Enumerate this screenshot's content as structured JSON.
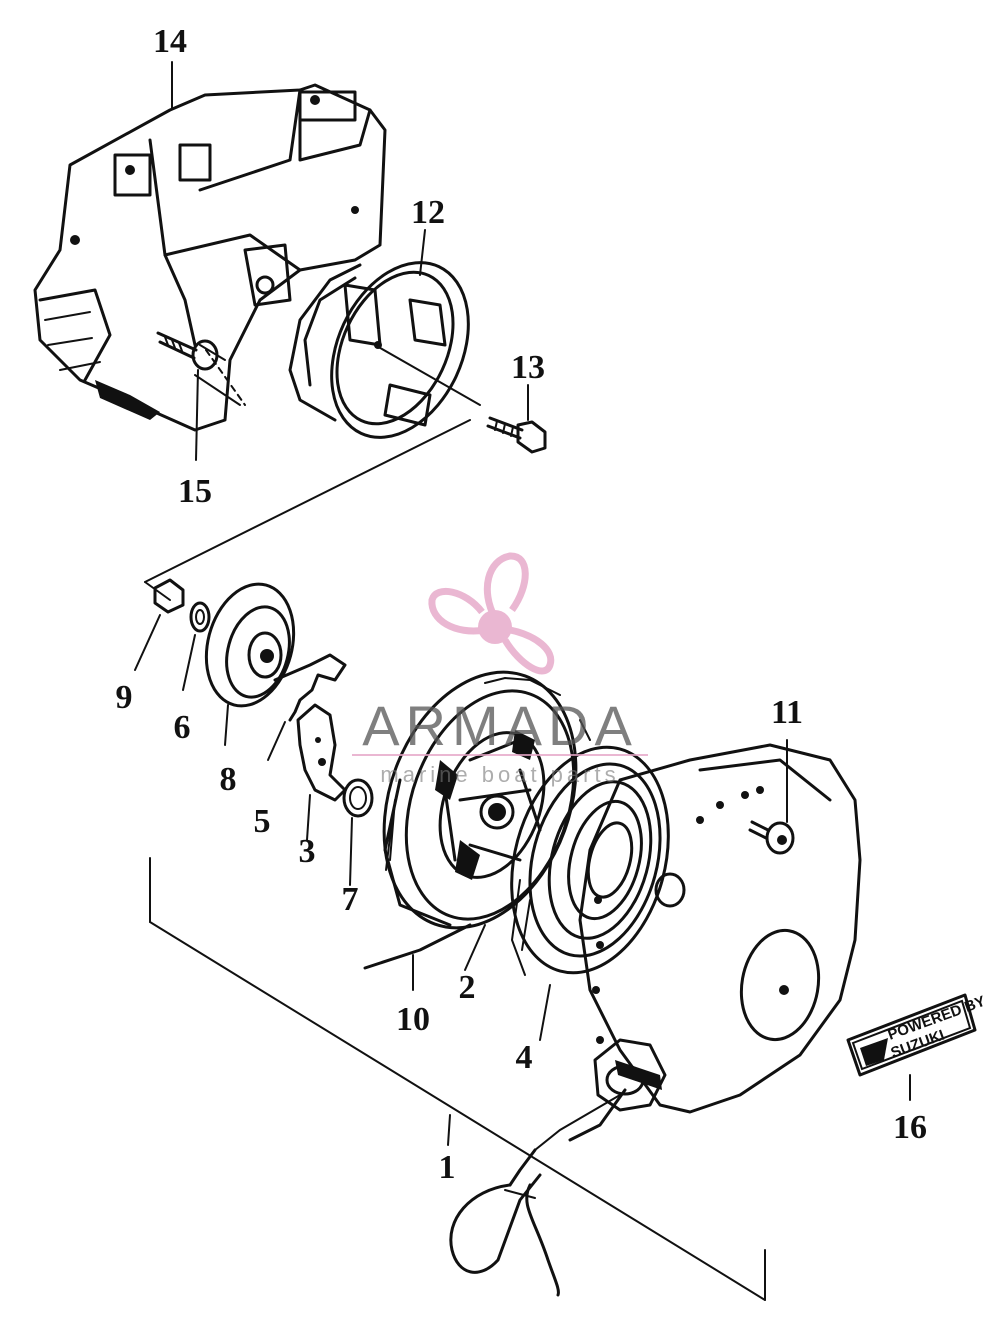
{
  "diagram": {
    "part_numbers": [
      "1",
      "2",
      "3",
      "4",
      "5",
      "6",
      "7",
      "8",
      "9",
      "10",
      "11",
      "12",
      "13",
      "14",
      "15",
      "16"
    ]
  },
  "watermark": {
    "brand": "ARMADA",
    "tagline": "marine boat parts",
    "colors": {
      "propeller": "#e6a6c7",
      "text": "#555555"
    }
  },
  "emblem": {
    "line1": "POWERED BY",
    "line2": "SUZUKI"
  }
}
